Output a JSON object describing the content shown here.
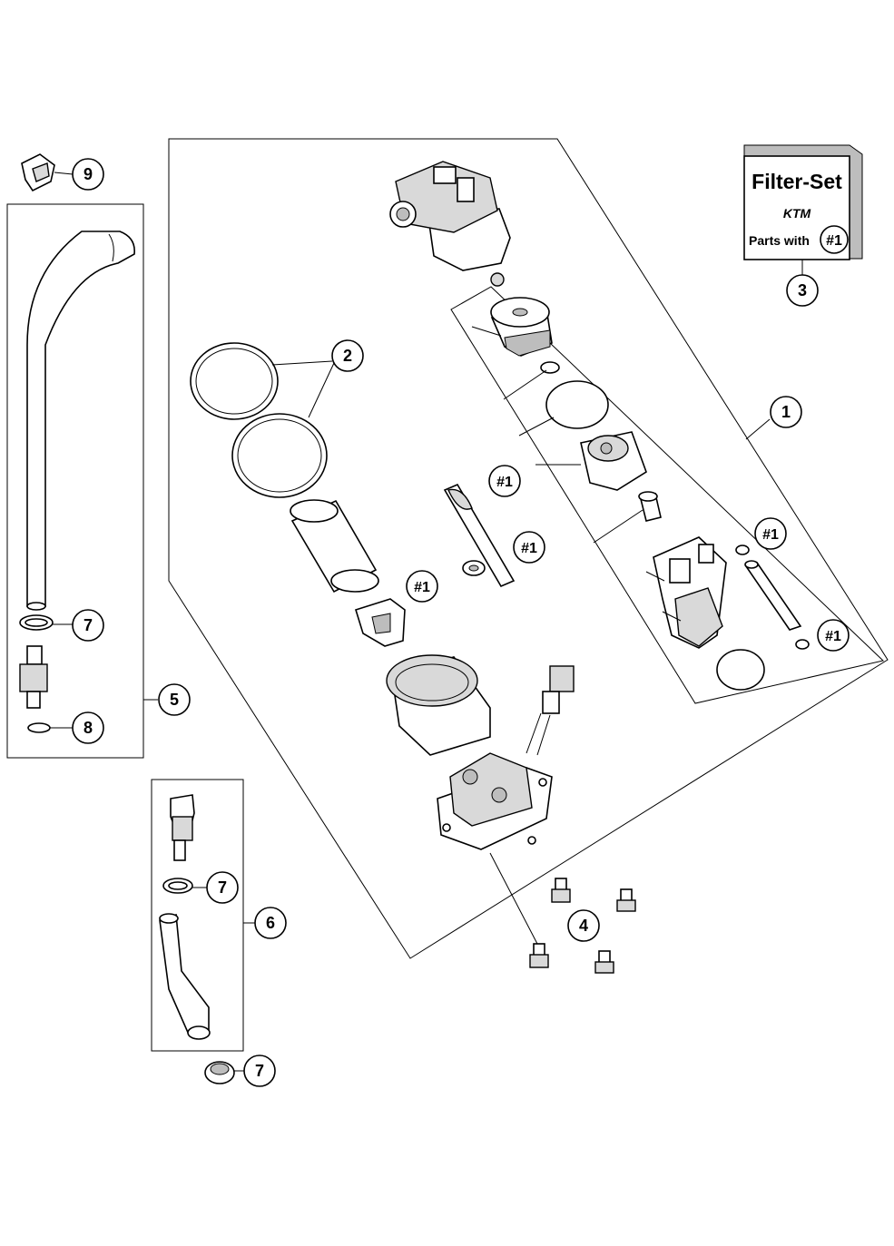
{
  "filter_set_box": {
    "title": "Filter-Set",
    "logo_text": "KTM",
    "parts_with_label": "Parts with",
    "parts_with_ref": "#1"
  },
  "callouts": {
    "c1": "1",
    "c2": "2",
    "c3": "3",
    "c4": "4",
    "c5": "5",
    "c6": "6",
    "c7a": "7",
    "c7b": "7",
    "c7c": "7",
    "c8": "8",
    "c9": "9"
  },
  "set_refs": {
    "r1": "#1",
    "r2": "#1",
    "r3": "#1",
    "r4": "#1",
    "r5": "#1"
  }
}
